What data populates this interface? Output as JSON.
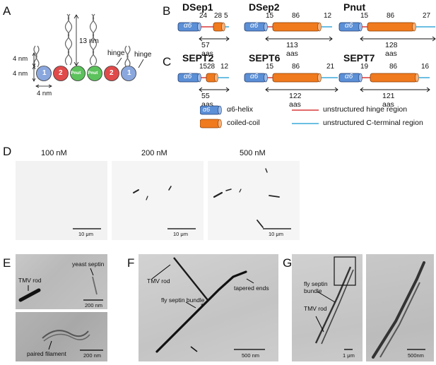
{
  "panels": [
    "A",
    "B",
    "C",
    "D",
    "E",
    "F",
    "G"
  ],
  "panelA": {
    "subunits": [
      "1",
      "2",
      "Pnut",
      "Pnut",
      "2",
      "1"
    ],
    "dims": {
      "left_top": "4 nm",
      "left_mid": "4 nm",
      "bottom": "4 nm",
      "coil": "13 nm"
    },
    "labels": {
      "hinge_left": "hinge",
      "hinge_right": "hinge"
    }
  },
  "proteins": [
    {
      "name": "DSep1",
      "helix": "α6",
      "n1": "24",
      "n2": "28",
      "n3": "5",
      "length": "57 aas"
    },
    {
      "name": "DSep2",
      "helix": "α6",
      "n1": "15",
      "n2": "86",
      "n3": "12",
      "length": "113 aas"
    },
    {
      "name": "Pnut",
      "helix": "α6",
      "n1": "15",
      "n2": "86",
      "n3": "27",
      "length": "128 aas"
    },
    {
      "name": "SEPT2",
      "helix": "α6",
      "n1": "15",
      "n2": "28",
      "n3": "12",
      "length": "55 aas"
    },
    {
      "name": "SEPT6",
      "helix": "α6",
      "n1": "15",
      "n2": "86",
      "n3": "21",
      "length": "122 aas"
    },
    {
      "name": "SEPT7",
      "helix": "α6",
      "n1": "19",
      "n2": "86",
      "n3": "16",
      "length": "121 aas"
    }
  ],
  "legend": {
    "helix_symbol": "α6",
    "helix": "α6-helix",
    "coil": "coiled-coil",
    "hinge": "unstructured hinge region",
    "cterm": "unstructured C-terminal region"
  },
  "panelD": {
    "concentrations": [
      "100 nM",
      "200 nM",
      "500 nM"
    ],
    "scale": "10 μm"
  },
  "panelE": {
    "tmv": "TMV rod",
    "yeast": "yeast septin",
    "paired": "paired filament",
    "scale_top": "200 nm",
    "scale_bottom": "200 nm"
  },
  "panelF": {
    "tmv": "TMV rod",
    "bundle": "fly septin bundle",
    "tapered": "tapered ends",
    "star": "*",
    "scale": "500 nm"
  },
  "panelG": {
    "bundle_line1": "fly septin",
    "bundle_line2": "bundle",
    "tmv": "TMV rod",
    "scale_left": "1 μm",
    "scale_right": "500nm"
  },
  "colors": {
    "helix": "#5b8fd6",
    "coil": "#f07a1e",
    "hinge": "#d83a3a",
    "cterm": "#3aa8d8",
    "sub1": "#8aa7de",
    "sub2": "#e04a4a",
    "pnut": "#5cc25c"
  }
}
